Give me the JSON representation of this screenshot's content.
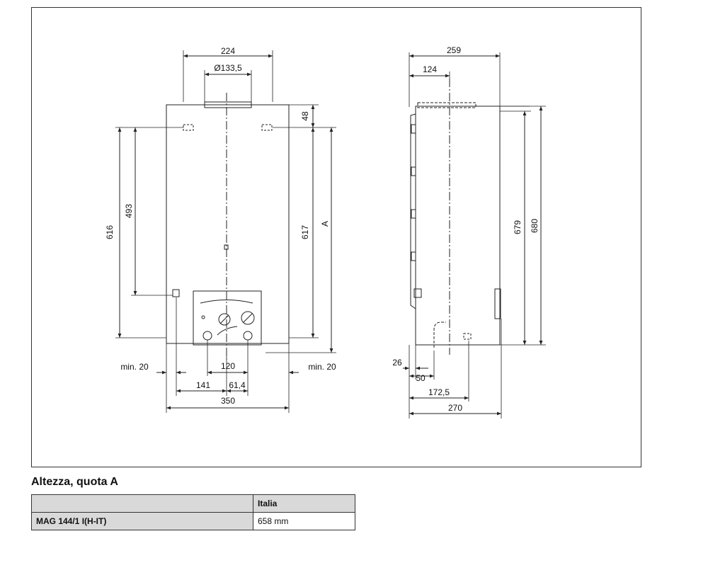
{
  "diagram": {
    "front": {
      "width_top": "224",
      "flue_diameter": "Ø133,5",
      "top_offset": "48",
      "height_616": "616",
      "height_493": "493",
      "height_617": "617",
      "height_A": "A",
      "clearance_left": "min. 20",
      "clearance_right": "min. 20",
      "pipe_spacing": "120",
      "dim_141": "141",
      "dim_61_4": "61,4",
      "total_width": "350"
    },
    "side": {
      "depth_top": "259",
      "flue_offset": "124",
      "height_679": "679",
      "height_680": "680",
      "dim_26": "26",
      "dim_50": "50",
      "dim_172_5": "172,5",
      "total_depth": "270"
    }
  },
  "section_title": "Altezza, quota A",
  "table": {
    "header": [
      "",
      "Italia"
    ],
    "rows": [
      [
        "MAG 144/1 I(H-IT)",
        "658 mm"
      ]
    ]
  }
}
